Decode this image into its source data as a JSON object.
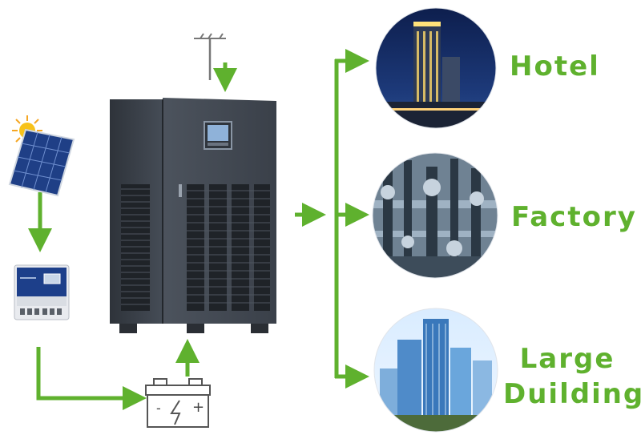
{
  "colors": {
    "arrow_green": "#5fb12e",
    "cabinet_dark": "#3a4049",
    "cabinet_mid": "#4a515b",
    "label_green": "#5fb12e",
    "sky_blue": "#1d3a7a"
  },
  "icons": {
    "sun": "sun-icon",
    "solar_panel": "solar-panel-icon",
    "charge_controller": "charge-controller-icon",
    "battery": "battery-icon",
    "utility_pole": "utility-pole-icon",
    "inverter_cabinet": "inverter-cabinet-icon"
  },
  "destinations": [
    {
      "label": "Hotel",
      "image": "hotel-building-photo"
    },
    {
      "label": "Factory",
      "image": "factory-pipes-photo"
    },
    {
      "label": "Large\nDuilding",
      "image": "city-skyline-photo"
    }
  ],
  "battery_symbols": {
    "minus": "-",
    "plus": "+"
  }
}
